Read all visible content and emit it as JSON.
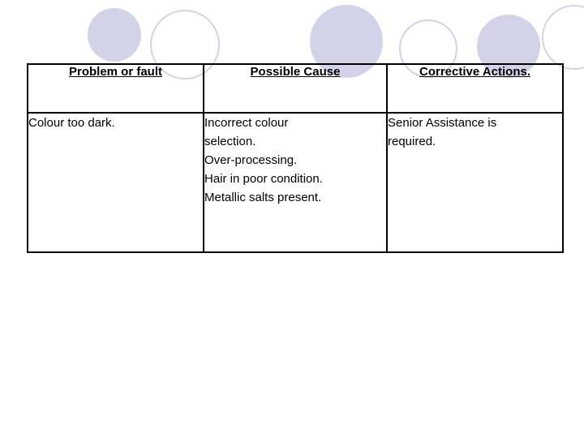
{
  "slide": {
    "decoration": {
      "circle_color": "#d2d2e8",
      "circles": [
        {
          "name": "circle-filled-1",
          "style": "filled"
        },
        {
          "name": "circle-outline-1",
          "style": "outline"
        },
        {
          "name": "circle-filled-2",
          "style": "filled"
        },
        {
          "name": "circle-outline-2",
          "style": "outline"
        },
        {
          "name": "circle-filled-3",
          "style": "filled"
        },
        {
          "name": "circle-outline-3",
          "style": "outline"
        }
      ]
    },
    "table": {
      "headers": [
        "Problem or fault",
        "Possible Cause",
        "Corrective Actions."
      ],
      "rows": [
        {
          "problem": [
            "Colour too dark."
          ],
          "cause": [
            "Incorrect colour",
            "selection.",
            "Over-processing.",
            "Hair in poor condition.",
            "Metallic salts present."
          ],
          "action": [
            "Senior Assistance is",
            "required."
          ]
        }
      ]
    }
  }
}
